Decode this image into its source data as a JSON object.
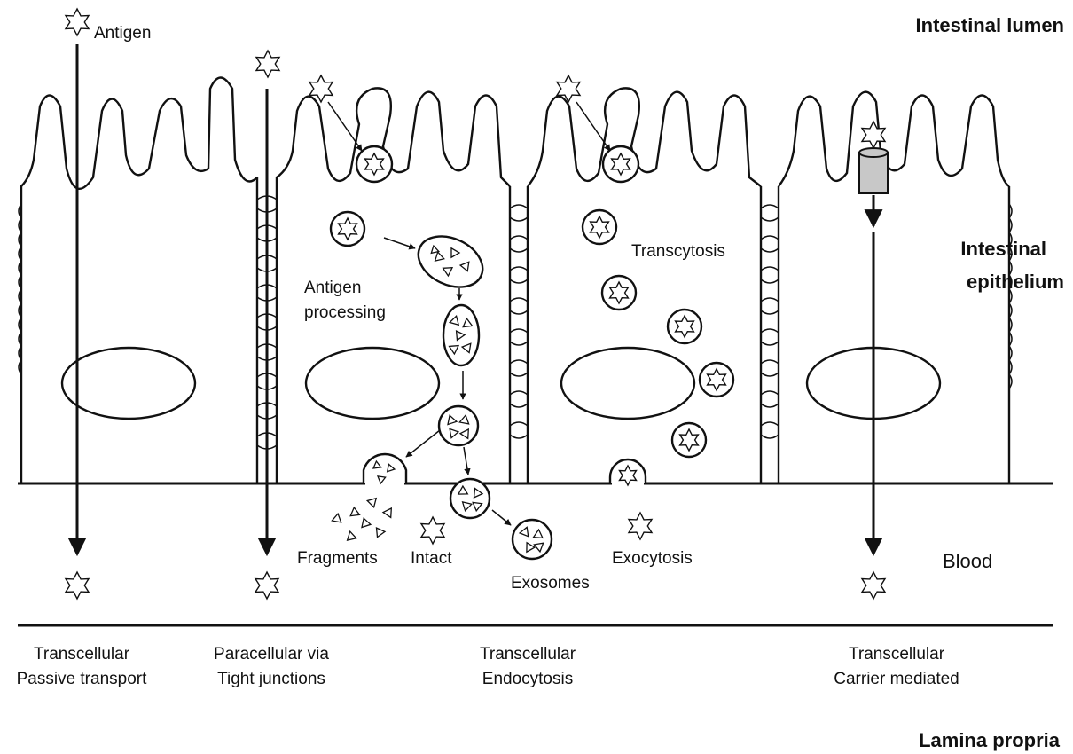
{
  "regions": {
    "lumen": "Intestinal lumen",
    "epithelium_line1": "Intestinal",
    "epithelium_line2": "epithelium",
    "blood": "Blood",
    "lamina_propria": "Lamina propria"
  },
  "labels": {
    "antigen": "Antigen",
    "antigen_processing_line1": "Antigen",
    "antigen_processing_line2": "processing",
    "transcytosis": "Transcytosis",
    "fragments": "Fragments",
    "intact": "Intact",
    "exosomes": "Exosomes",
    "exocytosis": "Exocytosis"
  },
  "routes": [
    {
      "line1": "Transcellular",
      "line2": "Passive transport"
    },
    {
      "line1": "Paracellular via",
      "line2": "Tight junctions"
    },
    {
      "line1": "Transcellular",
      "line2": "Endocytosis"
    },
    {
      "line1": "Transcellular",
      "line2": "Carrier mediated"
    }
  ],
  "colors": {
    "stroke": "#111111",
    "carrier_fill": "#c8c8c8",
    "background": "#ffffff"
  }
}
